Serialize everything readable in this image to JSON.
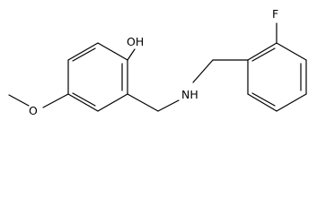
{
  "molecule": {
    "atoms": {
      "hydroxyl": "OH",
      "fluorine": "F",
      "amine": "NH",
      "methoxy_oxygen": "O"
    },
    "colors": {
      "bond": "#000000",
      "background": "#ffffff"
    }
  }
}
